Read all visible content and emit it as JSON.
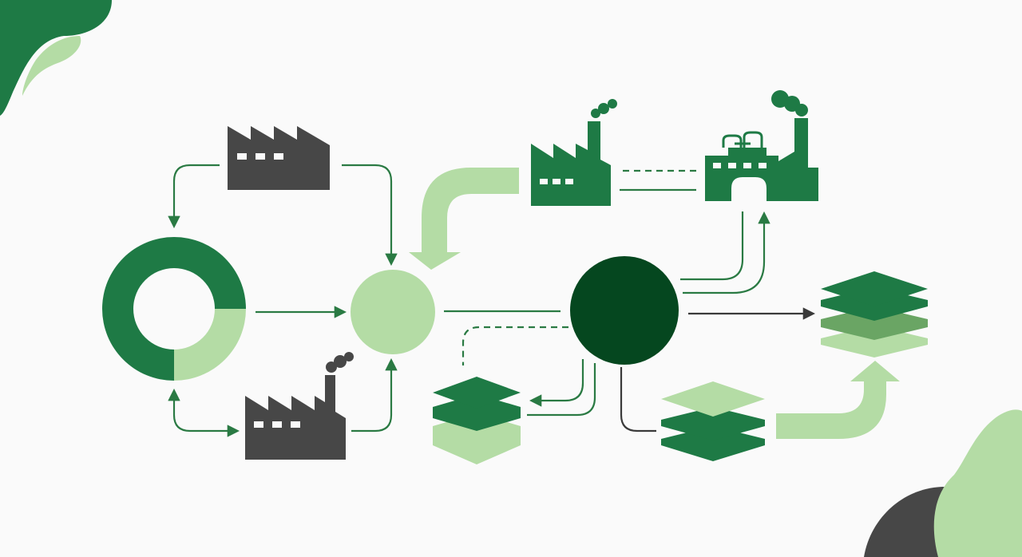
{
  "diagram": {
    "type": "process-flow",
    "text_labels": [],
    "colors": {
      "background": "#fafafa",
      "dark_green": "#1e7a45",
      "darkest_green": "#05471f",
      "mid_green": "#6aa564",
      "light_green": "#b4dca5",
      "charcoal": "#474747",
      "connector_green": "#2a7a43",
      "connector_dark": "#3a3a3a"
    },
    "nodes": [
      {
        "id": "factory-top-left",
        "icon": "factory-icon",
        "color": "charcoal"
      },
      {
        "id": "factory-bottom-left",
        "icon": "factory-chimney-icon",
        "color": "charcoal"
      },
      {
        "id": "donut-chart",
        "icon": "donut-chart-icon",
        "segments": [
          {
            "share": 0.75,
            "color": "dark_green"
          },
          {
            "share": 0.25,
            "color": "light_green"
          }
        ]
      },
      {
        "id": "hub-light",
        "icon": "circle-icon",
        "color": "light_green"
      },
      {
        "id": "hub-dark",
        "icon": "circle-icon",
        "color": "darkest_green"
      },
      {
        "id": "factory-top-middle",
        "icon": "factory-chimney-icon",
        "color": "dark_green"
      },
      {
        "id": "refinery-top-right",
        "icon": "refinery-icon",
        "color": "dark_green"
      },
      {
        "id": "layers-bottom-left",
        "icon": "layers-stack-icon",
        "color": "dark_green"
      },
      {
        "id": "layers-bottom-middle",
        "icon": "layers-stack-icon",
        "color": "dark_green"
      },
      {
        "id": "layers-right",
        "icon": "layers-stack-icon",
        "color": "dark_green"
      }
    ],
    "edges": [
      {
        "from": "factory-top-left",
        "to": "donut-chart"
      },
      {
        "from": "factory-top-left",
        "to": "hub-light"
      },
      {
        "from": "donut-chart",
        "to": "hub-light"
      },
      {
        "from": "donut-chart",
        "to": "factory-bottom-left",
        "bidirectional": true
      },
      {
        "from": "factory-bottom-left",
        "to": "hub-light"
      },
      {
        "from": "factory-top-middle",
        "to": "hub-light",
        "style": "broad-arrow"
      },
      {
        "from": "hub-light",
        "to": "hub-dark"
      },
      {
        "from": "factory-top-middle",
        "to": "refinery-top-right",
        "style": "dashed"
      },
      {
        "from": "hub-dark",
        "to": "refinery-top-right"
      },
      {
        "from": "hub-dark",
        "to": "layers-right"
      },
      {
        "from": "hub-dark",
        "to": "layers-bottom-left"
      },
      {
        "from": "hub-dark",
        "to": "layers-bottom-middle"
      },
      {
        "from": "layers-bottom-middle",
        "to": "layers-right",
        "style": "broad-arrow"
      },
      {
        "from": "hub-dark",
        "to": "layers-bottom-left",
        "style": "dashed"
      }
    ]
  }
}
